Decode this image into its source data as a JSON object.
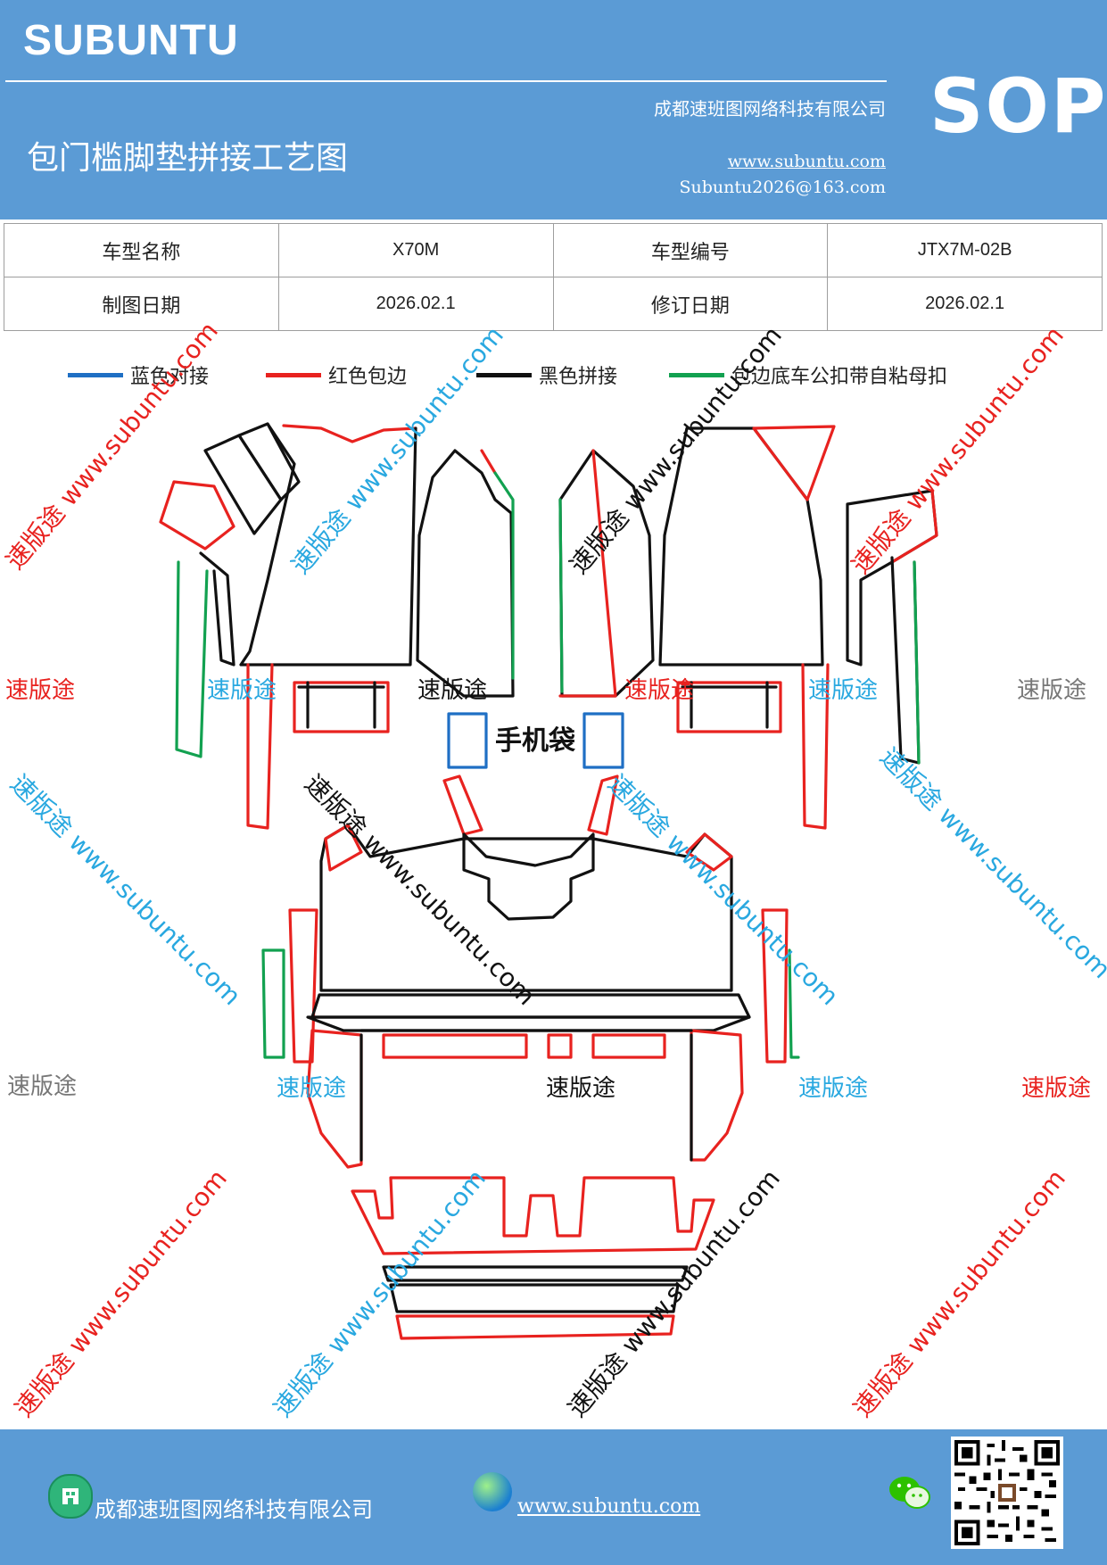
{
  "header": {
    "brand": "SUBUNTU",
    "company": "成都速班图网络科技有限公司",
    "title": "包门槛脚垫拼接工艺图",
    "website": "www.subuntu.com",
    "email": "Subuntu2026@163.com",
    "badge": "SOP",
    "bg_color": "#5b9bd5"
  },
  "info_table": {
    "rows": [
      {
        "label1": "车型名称",
        "value1": "X70M",
        "label2": "车型编号",
        "value2": "JTX7M-02B"
      },
      {
        "label1": "制图日期",
        "value1": "2026.02.1",
        "label2": "修订日期",
        "value2": "2026.02.1"
      }
    ]
  },
  "legend": [
    {
      "label": "蓝色对接",
      "color": "#1f6fc4"
    },
    {
      "label": "红色包边",
      "color": "#e8221f"
    },
    {
      "label": "黑色拼接",
      "color": "#111111"
    },
    {
      "label": "包边底车公扣带自粘母扣",
      "color": "#12a150"
    }
  ],
  "diagram": {
    "phone_bag_label": "手机袋",
    "watermark_short": "速版途",
    "watermark_long": "速版途 www.subuntu.com",
    "watermark_colors": [
      "#e8221f",
      "#29a8e0",
      "#111111",
      "#777777"
    ]
  },
  "footer": {
    "company": "成都速班图网络科技有限公司",
    "website": "www.subuntu.com",
    "company_icon": "building-icon",
    "web_icon": "globe-icon",
    "social_icon": "wechat-icon",
    "qr": "qr-code"
  }
}
